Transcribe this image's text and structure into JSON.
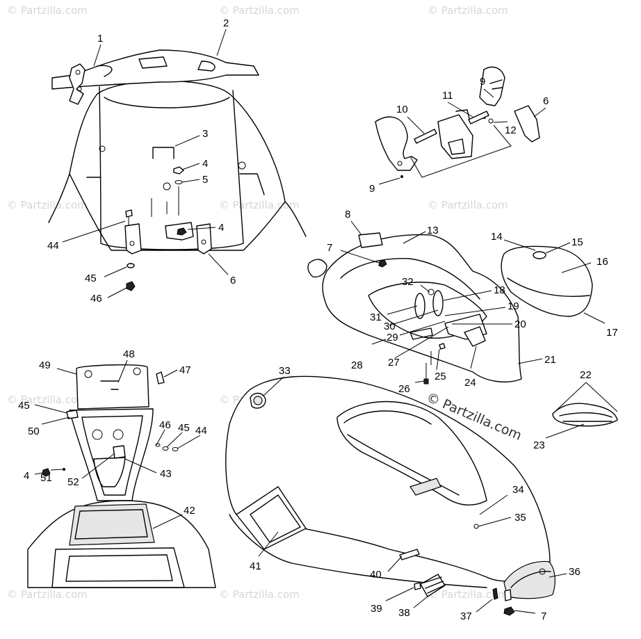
{
  "watermark": "© Partzilla.com",
  "brand_stamp": "© Partzilla.com",
  "callouts": {
    "c1": "1",
    "c2": "2",
    "c3": "3",
    "c4a": "4",
    "c5": "5",
    "c4b": "4",
    "c44a": "44",
    "c45a": "45",
    "c46a": "46",
    "c6a": "6",
    "c9a": "9",
    "c6b": "6",
    "c11": "11",
    "c10": "10",
    "c12": "12",
    "c9b": "9",
    "c8": "8",
    "c13": "13",
    "c7a": "7",
    "c14": "14",
    "c15": "15",
    "c16": "16",
    "c17": "17",
    "c32": "32",
    "c18": "18",
    "c19": "19",
    "c31": "31",
    "c30": "30",
    "c20": "20",
    "c29": "29",
    "c27": "27",
    "c28": "28",
    "c21": "21",
    "c25": "25",
    "c26": "26",
    "c24": "24",
    "c22": "22",
    "c23": "23",
    "c49": "49",
    "c48": "48",
    "c47": "47",
    "c45b": "45",
    "c50": "50",
    "c46b": "46",
    "c45c": "45",
    "c44b": "44",
    "c4c": "4",
    "c51": "51",
    "c52": "52",
    "c43": "43",
    "c42": "42",
    "c33": "33",
    "c34": "34",
    "c35": "35",
    "c41": "41",
    "c36": "36",
    "c40": "40",
    "c39": "39",
    "c38": "38",
    "c37": "37",
    "c7b": "7"
  }
}
